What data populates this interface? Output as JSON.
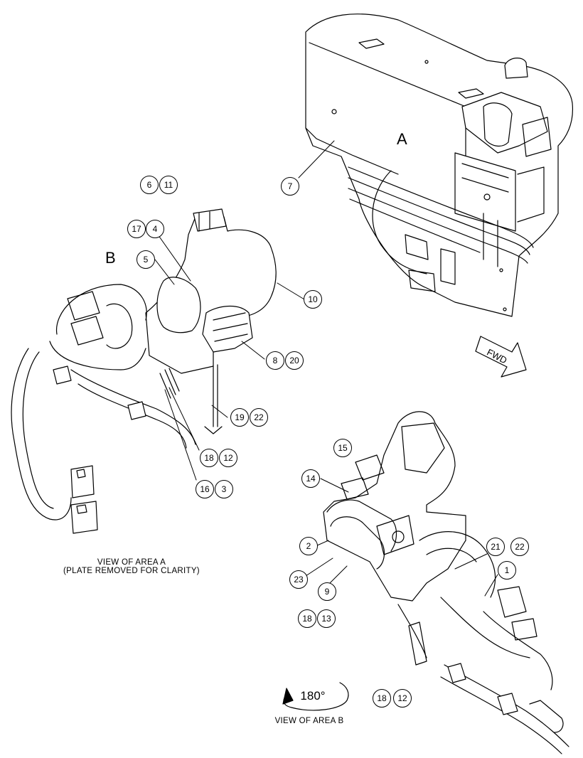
{
  "area_labels": {
    "a": "A",
    "b": "B"
  },
  "callouts": {
    "c6": "6",
    "c11": "11",
    "c17": "17",
    "c4": "4",
    "c5": "5",
    "c10": "10",
    "c8": "8",
    "c20": "20",
    "c19": "19",
    "c22a": "22",
    "c18a": "18",
    "c12a": "12",
    "c16": "16",
    "c3": "3",
    "c7": "7",
    "c15": "15",
    "c14": "14",
    "c2": "2",
    "c23": "23",
    "c9": "9",
    "c18b": "18",
    "c13": "13",
    "c21": "21",
    "c22b": "22",
    "c1": "1",
    "c18c": "18",
    "c12b": "12"
  },
  "fwd_label": "FWD",
  "rotation_label": "180°",
  "captions": {
    "view_a_line1": "VIEW OF AREA  A",
    "view_a_line2": "(PLATE REMOVED FOR CLARITY)",
    "view_b": "VIEW OF AREA B"
  }
}
